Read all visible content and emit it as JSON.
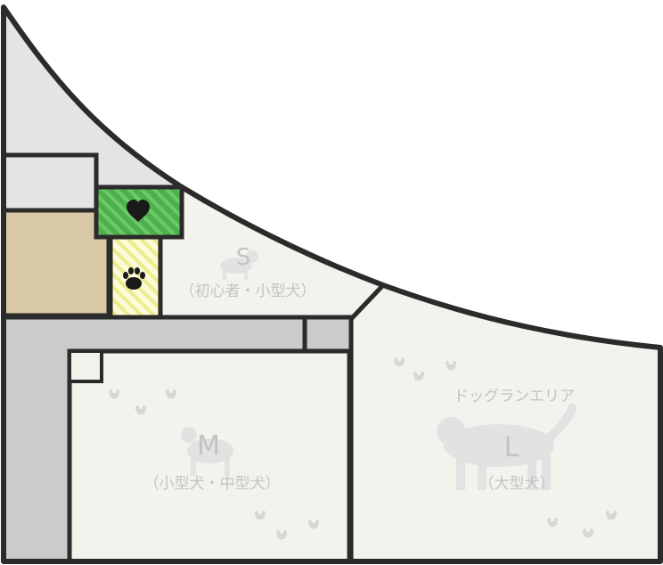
{
  "map": {
    "colors": {
      "outline": "#2b2b2b",
      "zone_fill": "#f3f2ec",
      "upper_gray": "#e4e4e4",
      "corridor_gray": "#cbcbcb",
      "beige_block": "#d8c8a6",
      "green_block": "#4cb04c",
      "yellow_block": "#f5f5b0",
      "label": "#c3c3c3"
    },
    "zones": {
      "S": {
        "letter": "S",
        "label": "（初心者・小型犬）"
      },
      "M": {
        "letter": "M",
        "label": "（小型犬・中型犬）"
      },
      "L": {
        "letter": "L",
        "label": "（大型犬）",
        "area_name": "ドッグランエリア"
      }
    },
    "icons": {
      "heart": "heart-icon",
      "paw": "paw-print-icon",
      "dog_silhouette": "dog-silhouette-icon",
      "footprints": "footprints-icon"
    }
  }
}
